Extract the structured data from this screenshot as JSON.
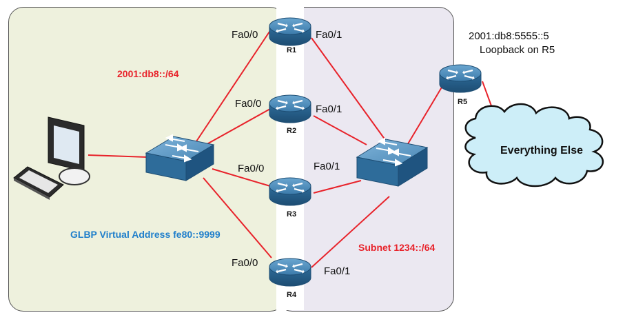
{
  "routers": [
    {
      "name": "R1"
    },
    {
      "name": "R2"
    },
    {
      "name": "R3"
    },
    {
      "name": "R4"
    },
    {
      "name": "R5"
    }
  ],
  "interfaces": {
    "r1_left": "Fa0/0",
    "r1_right": "Fa0/1",
    "r2_left": "Fa0/0",
    "r2_right": "Fa0/1",
    "r3_left": "Fa0/0",
    "r3_right": "Fa0/1",
    "r4_left": "Fa0/0",
    "r4_right": "Fa0/1"
  },
  "labels": {
    "left_subnet": "2001:db8::/64",
    "glbp": "GLBP Virtual Address fe80::9999",
    "right_subnet": "Subnet 1234::/64",
    "r5_address": "2001:db8:5555::5",
    "r5_loopback": "Loopback on R5",
    "cloud": "Everything Else"
  },
  "colors": {
    "link": "#e8222a",
    "left_zone": "#eef1dd",
    "right_zone": "#ebe8f1",
    "device": "#2e6c9a",
    "cloud": "#cdeef8"
  }
}
